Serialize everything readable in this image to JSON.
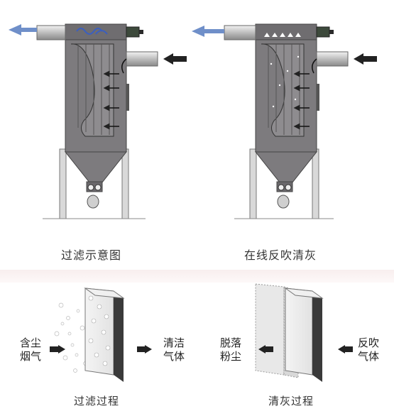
{
  "top": {
    "left_caption": "过滤示意图",
    "right_caption": "在线反吹清灰"
  },
  "bottom": {
    "filter_process": {
      "input_line1": "含尘",
      "input_line2": "烟气",
      "output_line1": "清洁",
      "output_line2": "气体",
      "caption": "过滤过程"
    },
    "cleaning_process": {
      "dust_line1": "脱落",
      "dust_line2": "粉尘",
      "reverse_line1": "反吹",
      "reverse_line2": "气体",
      "caption": "清灰过程"
    }
  },
  "colors": {
    "housing": "#7d7b7e",
    "housing_dark": "#5f5d60",
    "bag": "#8e8c8f",
    "pipe": "#c8c8c8",
    "arrow_blue": "#6f8fc9",
    "arrow_black": "#222222",
    "motor": "#3d4a3c"
  }
}
